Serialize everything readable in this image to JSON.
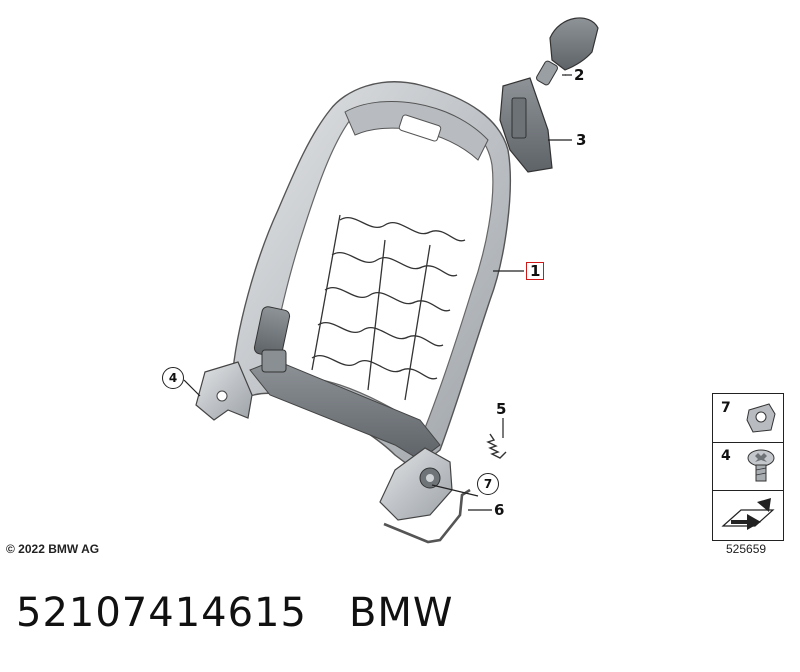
{
  "callouts": {
    "c1": "1",
    "c2": "2",
    "c3": "3",
    "c4": "4",
    "c5": "5",
    "c6": "6",
    "c7": "7"
  },
  "legend": {
    "items": [
      {
        "number": "7",
        "icon": "clip-nut-icon"
      },
      {
        "number": "4",
        "icon": "torx-bolt-icon"
      },
      {
        "icon": "bracket-arrow-icon"
      }
    ]
  },
  "colors": {
    "highlight": "#d01818",
    "line": "#222222",
    "frame_fill": "#c9ccd0"
  },
  "copyright": "© 2022 BMW AG",
  "diagram_id": "525659",
  "footer": {
    "part_number": "52107414615",
    "brand": "BMW"
  }
}
